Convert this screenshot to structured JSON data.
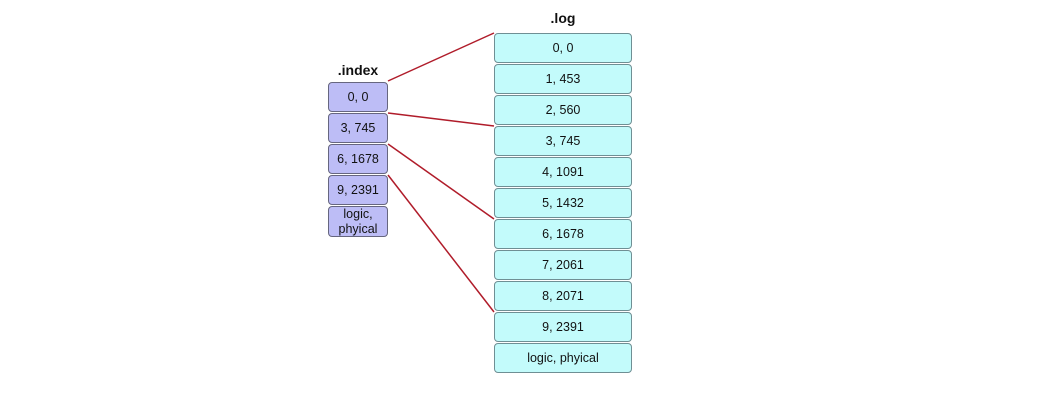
{
  "index": {
    "title": ".index",
    "entries": [
      "0, 0",
      "3, 745",
      "6, 1678",
      "9, 2391",
      "logic,\nphyical"
    ]
  },
  "log": {
    "title": ".log",
    "entries": [
      "0, 0",
      "1, 453",
      "2, 560",
      "3, 745",
      "4, 1091",
      "5, 1432",
      "6, 1678",
      "7, 2061",
      "8, 2071",
      "9, 2391",
      "logic, phyical"
    ]
  },
  "links": [
    {
      "from": "0, 0",
      "to": "0, 0"
    },
    {
      "from": "3, 745",
      "to": "3, 745"
    },
    {
      "from": "6, 1678",
      "to": "6, 1678"
    },
    {
      "from": "9, 2391",
      "to": "9, 2391"
    }
  ],
  "colors": {
    "index_fill": "#bdbdf6",
    "log_fill": "#c3fbfb",
    "link": "#b01c2a"
  }
}
